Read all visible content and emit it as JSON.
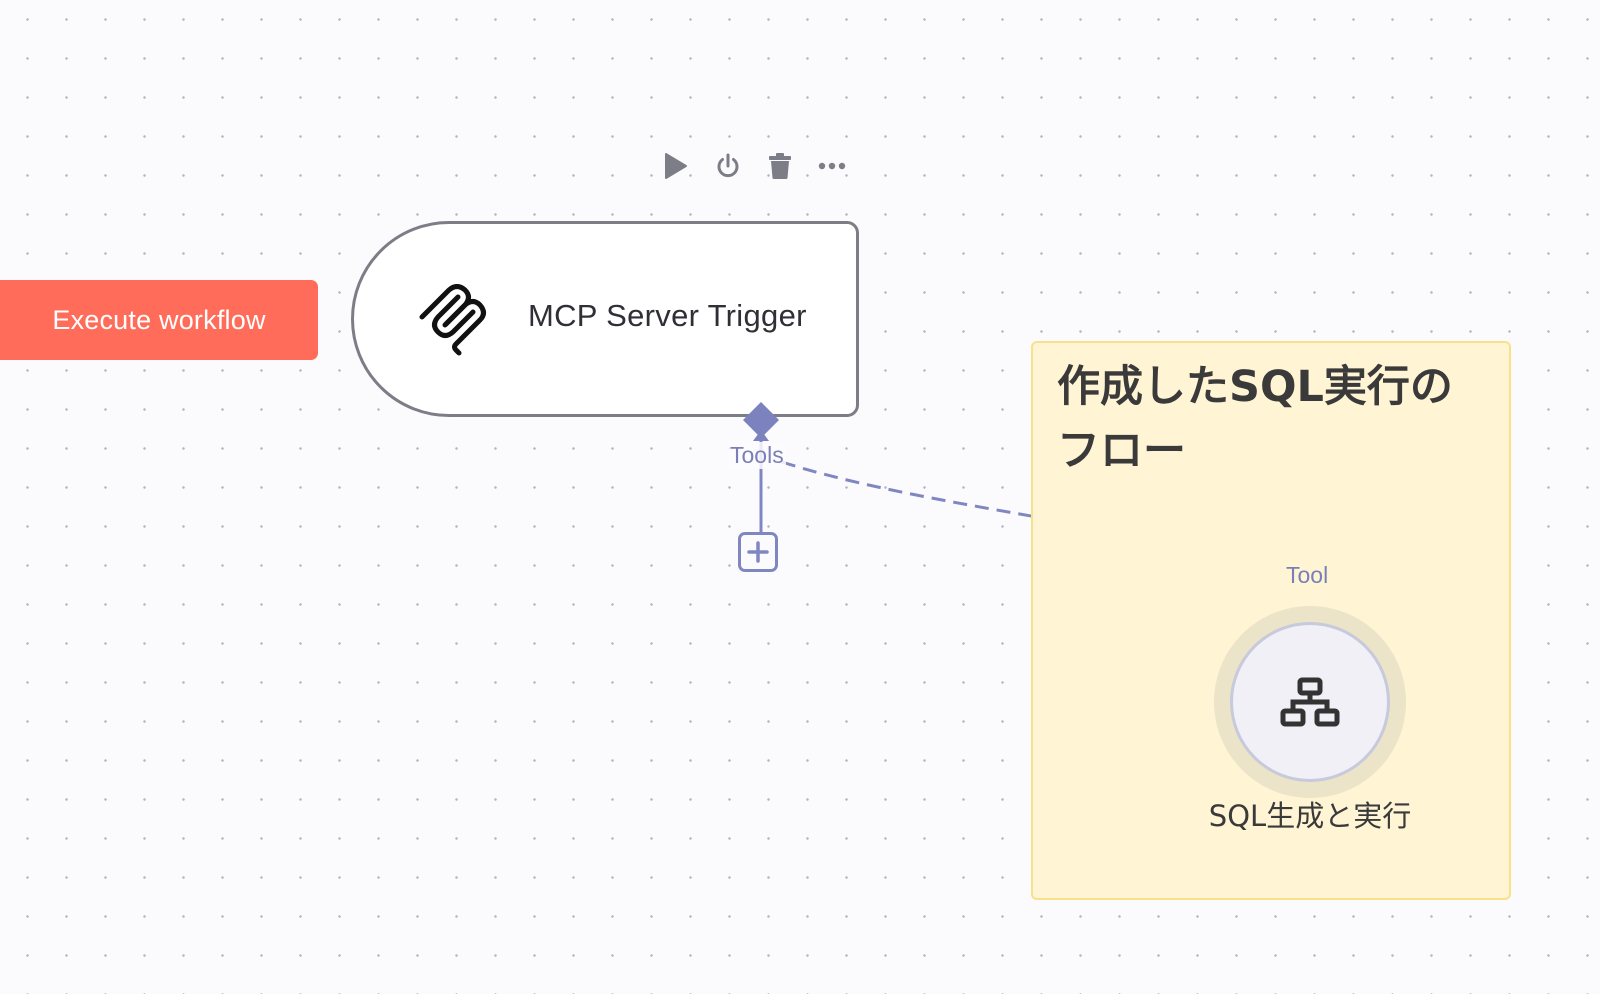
{
  "canvas": {
    "execute_button": {
      "label": "Execute workflow"
    },
    "node_toolbar": {
      "icons": [
        "play-icon",
        "power-icon",
        "trash-icon",
        "more-icon"
      ]
    },
    "trigger_node": {
      "label": "MCP Server Trigger",
      "icon": "mcp-icon",
      "output_handle_label": "Tools"
    },
    "add_node_button": {
      "icon": "plus-icon"
    },
    "sticky_note": {
      "title": "作成したSQL実行のフロー"
    },
    "tool_node": {
      "label": "SQL生成と実行",
      "icon": "sitemap-icon",
      "input_handle_label": "Tool"
    }
  },
  "colors": {
    "execute_button": "#ff6d5a",
    "connection": "#8087c0",
    "sticky_background": "#fff4d4",
    "sticky_border": "#f7e28a"
  }
}
